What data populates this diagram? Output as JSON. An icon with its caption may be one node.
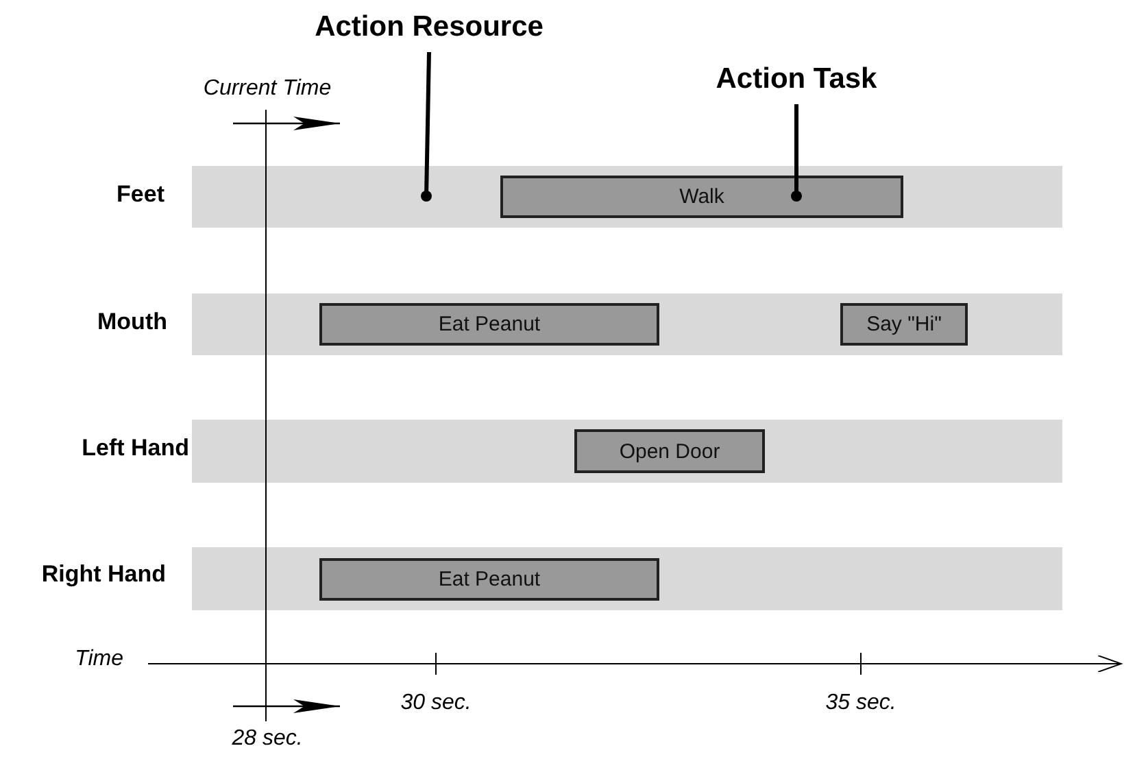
{
  "diagram": {
    "nodes": [
      {
        "text": [
          "Action Resource"
        ]
      },
      {
        "text": [
          "Action Task"
        ]
      },
      {
        "text": [],
        "shape": "bar"
      },
      {
        "text": [
          "Walk"
        ],
        "in": 2
      },
      {
        "text": [],
        "shape": "bar"
      },
      {
        "text": [
          "Eat Peanut"
        ],
        "in": 4
      },
      {
        "text": [
          "Say \"Hi\""
        ],
        "in": 4
      },
      {
        "text": [],
        "shape": "bar"
      },
      {
        "text": [
          "Open Door"
        ],
        "in": 7
      },
      {
        "text": [],
        "shape": "bar"
      },
      {
        "text": [
          "Eat Peanut"
        ],
        "in": 9
      }
    ],
    "edges": [
      {
        "from": 0,
        "to": 2,
        "arrow": "other"
      },
      {
        "from": 1,
        "to": 3,
        "arrow": "other"
      }
    ],
    "labels": [
      "Current Time",
      "Feet",
      "Mouth",
      "Left Hand",
      "Right Hand",
      "Time",
      "30 sec.",
      "35 sec.",
      "28 sec."
    ]
  }
}
